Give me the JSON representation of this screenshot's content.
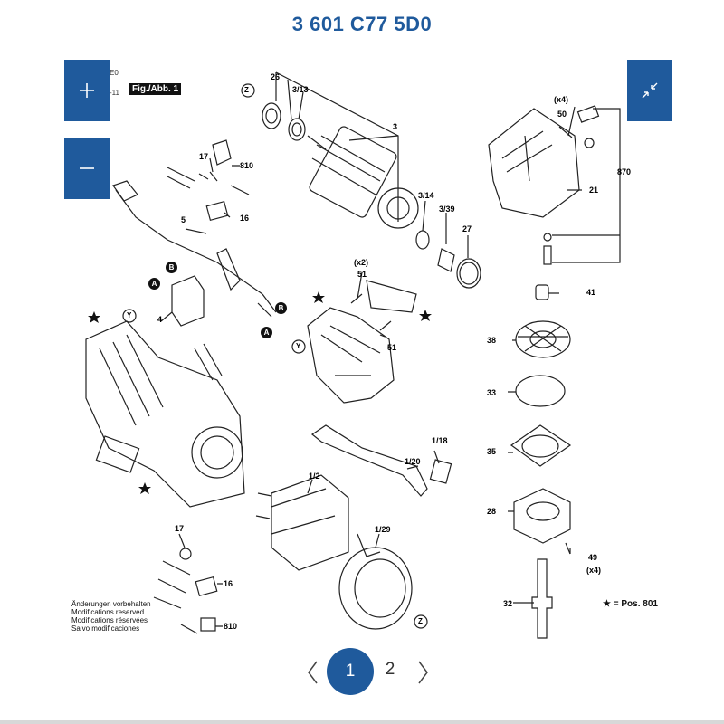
{
  "page_title": "3 601 C77 5D0",
  "fig_label": "Fig./Abb. 1",
  "stub_text": [
    "E0",
    "-11"
  ],
  "controls": {
    "zoom_in_icon": "plus-icon",
    "zoom_out_icon": "minus-icon",
    "collapse_icon": "collapse-arrows-icon"
  },
  "callouts": [
    "26",
    "3/13",
    "3",
    "3/14",
    "3/39",
    "27",
    "(x4)",
    "50",
    "870",
    "21",
    "41",
    "38",
    "33",
    "35",
    "28",
    "49",
    "(x4)",
    "32",
    "(x2)",
    "51",
    "51",
    "1/18",
    "1/20",
    "1/2",
    "1/29",
    "17",
    "810",
    "5",
    "16",
    "4",
    "17",
    "16",
    "810"
  ],
  "letter_markers": [
    "Z",
    "Y",
    "Y",
    "Z",
    "A",
    "B",
    "A",
    "B"
  ],
  "modification_notes": [
    "Änderungen vorbehalten",
    "Modifications reserved",
    "Modifications réservées",
    "Salvo modificaciones"
  ],
  "pos_note": "★ = Pos. 801",
  "pagination": {
    "current": "1",
    "next_page": "2"
  },
  "colors": {
    "accent": "#1f5a9c"
  }
}
